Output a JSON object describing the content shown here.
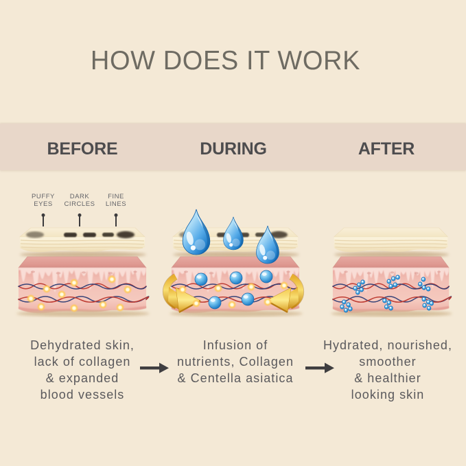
{
  "title": "HOW DOES IT WORK",
  "stages": {
    "before": {
      "label": "BEFORE",
      "callouts": [
        "PUFFY\nEYES",
        "DARK\nCIRCLES",
        "FINE\nLINES"
      ],
      "caption": "Dehydrated skin,\nlack of collagen\n& expanded\nblood vessels"
    },
    "during": {
      "label": "DURING",
      "caption": "Infusion of\nnutrients, Collagen\n& Centella asiatica"
    },
    "after": {
      "label": "AFTER",
      "caption": "Hydrated, nourished,\nsmoother\n& healthier\nlooking skin"
    }
  },
  "icons": {
    "before_figure": "dehydrated-skin-cross-section",
    "during_figure": "skin-cross-section-with-water-drops-and-infusion-arrows",
    "after_figure": "hydrated-skin-cross-section"
  },
  "colors": {
    "background": "#f4e9d6",
    "band": "#e8d7c9",
    "title_text": "#6e6b62",
    "stage_label_text": "#4d4c4e",
    "caption_text": "#57565a",
    "callout_text": "#626368",
    "arrow": "#3f3e40",
    "epidermis_cream": "#f8eed5",
    "dermis_pink": "#f3c3b9",
    "dermis_top_pink": "#e09d96",
    "papillae_pink": "#f9ddd6",
    "vessel_red": "#c3392e",
    "vessel_blue": "#2d3c74",
    "nutrient_blue": "#2e8fd8",
    "glow_yellow": "#ffd86e",
    "ribbon_gold": "#e8b83a",
    "drop_blue": "#2e8fd6"
  }
}
